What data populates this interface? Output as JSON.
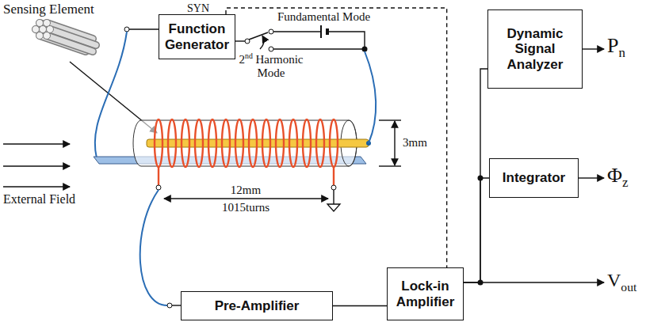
{
  "diagram": {
    "nodes": [
      {
        "text": [
          "Function Generator"
        ]
      },
      {
        "text": [
          "Pre-Amplifier"
        ]
      },
      {
        "text": [
          "Lock-in Amplifier"
        ]
      },
      {
        "text": [
          "Dynamic Signal Analyzer"
        ]
      },
      {
        "text": [
          "Integrator"
        ]
      }
    ],
    "edges": [
      {
        "from": 0,
        "to": 2,
        "arrow": "none"
      },
      {
        "from": 1,
        "to": 2,
        "arrow": "none"
      },
      {
        "from": 2,
        "to": 3,
        "arrow": "none"
      },
      {
        "from": 2,
        "to": 4,
        "arrow": "none"
      }
    ],
    "labels": [
      "Sensing Element",
      "SYN",
      "Fundamental Mode",
      "2nd Harmonic Mode",
      "External Field",
      "3mm",
      "12mm",
      "1015turns",
      "Pn",
      "Φz",
      "Vout"
    ]
  }
}
